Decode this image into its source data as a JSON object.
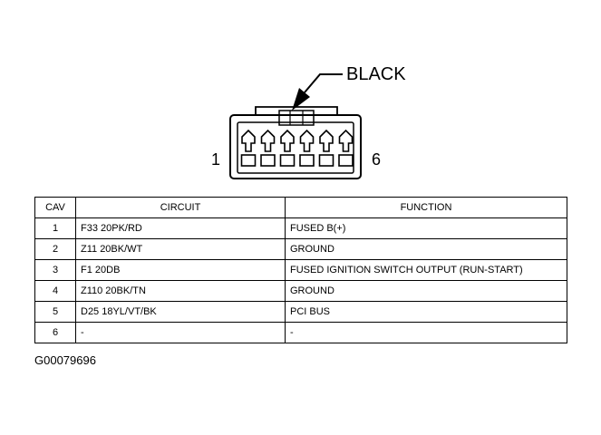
{
  "connector": {
    "color_label": "BLACK",
    "pin_start_label": "1",
    "pin_end_label": "6",
    "cavity_count": 6
  },
  "table": {
    "headers": {
      "cav": "CAV",
      "circuit": "CIRCUIT",
      "function": "FUNCTION"
    },
    "rows": [
      {
        "cav": "1",
        "circuit": "F33 20PK/RD",
        "function": "FUSED B(+)"
      },
      {
        "cav": "2",
        "circuit": "Z11 20BK/WT",
        "function": "GROUND"
      },
      {
        "cav": "3",
        "circuit": "F1 20DB",
        "function": "FUSED IGNITION SWITCH OUTPUT (RUN-START)"
      },
      {
        "cav": "4",
        "circuit": "Z110 20BK/TN",
        "function": "GROUND"
      },
      {
        "cav": "5",
        "circuit": "D25 18YL/VT/BK",
        "function": "PCI BUS"
      },
      {
        "cav": "6",
        "circuit": "-",
        "function": "-"
      }
    ]
  },
  "figure_id": "G00079696",
  "colors": {
    "ink": "#000000",
    "background": "#ffffff"
  }
}
